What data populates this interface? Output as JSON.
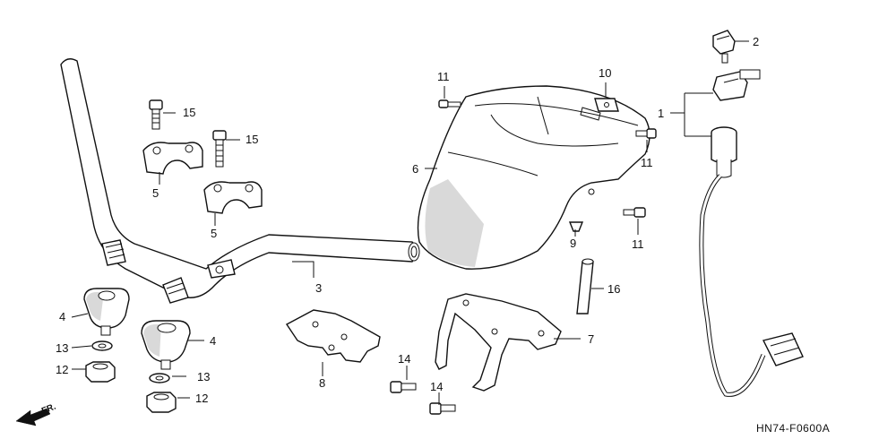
{
  "diagram": {
    "code": "HN74-F0600A",
    "direction": "FR.",
    "callouts": [
      "1",
      "2",
      "3",
      "4",
      "5",
      "6",
      "7",
      "8",
      "9",
      "10",
      "11",
      "12",
      "13",
      "14",
      "15",
      "16"
    ]
  }
}
